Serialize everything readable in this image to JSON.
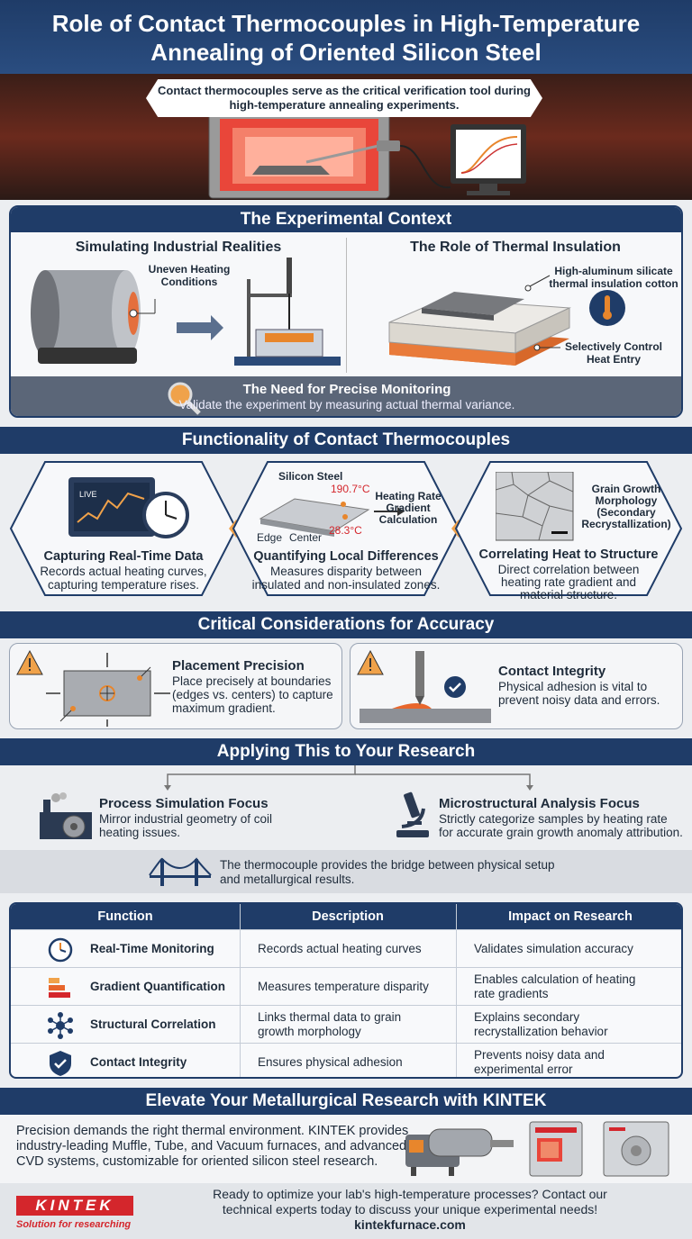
{
  "title_line1": "Role of Contact Thermocouples in High-Temperature",
  "title_line2": "Annealing of Oriented Silicon Steel",
  "banner": {
    "line1": "Contact thermocouples serve as the critical verification tool during",
    "line2": "high-temperature annealing experiments."
  },
  "context": {
    "heading": "The Experimental Context",
    "left_title": "Simulating Industrial Realities",
    "left_callout_1": "Uneven Heating",
    "left_callout_2": "Conditions",
    "right_title": "The Role of Thermal Insulation",
    "right_callout_1": "High-aluminum silicate",
    "right_callout_2": "thermal insulation cotton",
    "right_callout_3": "Selectively Control",
    "right_callout_4": "Heat Entry",
    "need_title": "The Need for Precise Monitoring",
    "need_text": "Validate the experiment by measuring actual thermal variance."
  },
  "functionality": {
    "heading": "Functionality of Contact Thermocouples",
    "card1": {
      "screen_label": "LIVE",
      "title": "Capturing Real-Time Data",
      "d1": "Records actual heating curves,",
      "d2": "capturing temperature rises."
    },
    "card2": {
      "material": "Silicon Steel",
      "t_high": "190.7°C",
      "t_low": "28.3°C",
      "edge": "Edge",
      "center": "Center",
      "calc1": "Heating Rate",
      "calc2": "Gradient",
      "calc3": "Calculation",
      "title": "Quantifying Local Differences",
      "d1": "Measures disparity between",
      "d2": "insulated and non-insulated zones."
    },
    "card3": {
      "m1": "Grain Growth",
      "m2": "Morphology",
      "m3": "(Secondary",
      "m4": "Recrystallization)",
      "title": "Correlating Heat to Structure",
      "d1": "Direct correlation between",
      "d2": "heating rate gradient and",
      "d3": "material structure."
    }
  },
  "accuracy": {
    "heading": "Critical Considerations for Accuracy",
    "p_title": "Placement Precision",
    "p1": "Place precisely at boundaries",
    "p2": "(edges vs. centers) to capture",
    "p3": "maximum gradient.",
    "c_title": "Contact Integrity",
    "c1": "Physical adhesion is vital to",
    "c2": "prevent noisy data and errors."
  },
  "research": {
    "heading": "Applying This to Your Research",
    "left_title": "Process Simulation Focus",
    "left1": "Mirror industrial geometry of coil",
    "left2": "heating issues.",
    "right_title": "Microstructural Analysis Focus",
    "right1": "Strictly categorize samples by heating rate",
    "right2": "for accurate grain growth anomaly attribution.",
    "bridge1": "The thermocouple provides the bridge between physical setup",
    "bridge2": "and metallurgical results."
  },
  "table": {
    "headers": [
      "Function",
      "Description",
      "Impact on Research"
    ],
    "rows": [
      {
        "fn": "Real-Time Monitoring",
        "d1": "Records actual heating curves",
        "d2": "",
        "i1": "Validates simulation accuracy",
        "i2": ""
      },
      {
        "fn": "Gradient Quantification",
        "d1": "Measures temperature disparity",
        "d2": "",
        "i1": "Enables calculation of heating",
        "i2": "rate gradients"
      },
      {
        "fn": "Structural Correlation",
        "d1": "Links thermal data to grain",
        "d2": "growth morphology",
        "i1": "Explains secondary",
        "i2": "recrystallization behavior"
      },
      {
        "fn": "Contact Integrity",
        "d1": "Ensures physical adhesion",
        "d2": "",
        "i1": "Prevents noisy data and",
        "i2": "experimental error"
      }
    ]
  },
  "promo": {
    "heading": "Elevate Your Metallurgical Research with KINTEK",
    "t1": "Precision demands the right thermal environment. KINTEK provides",
    "t2": "industry-leading Muffle, Tube, and Vacuum furnaces, and advanced",
    "t3": "CVD systems, customizable for oriented silicon steel research."
  },
  "footer": {
    "logo": "KINTEK",
    "tagline": "Solution for researching",
    "cta1": "Ready to optimize your lab's high-temperature processes? Contact our",
    "cta2": "technical experts today to discuss your unique experimental needs!",
    "url": "kintekfurnace.com"
  },
  "colors": {
    "navy": "#1f3c68",
    "orange": "#e8862c",
    "red": "#d4262c"
  }
}
